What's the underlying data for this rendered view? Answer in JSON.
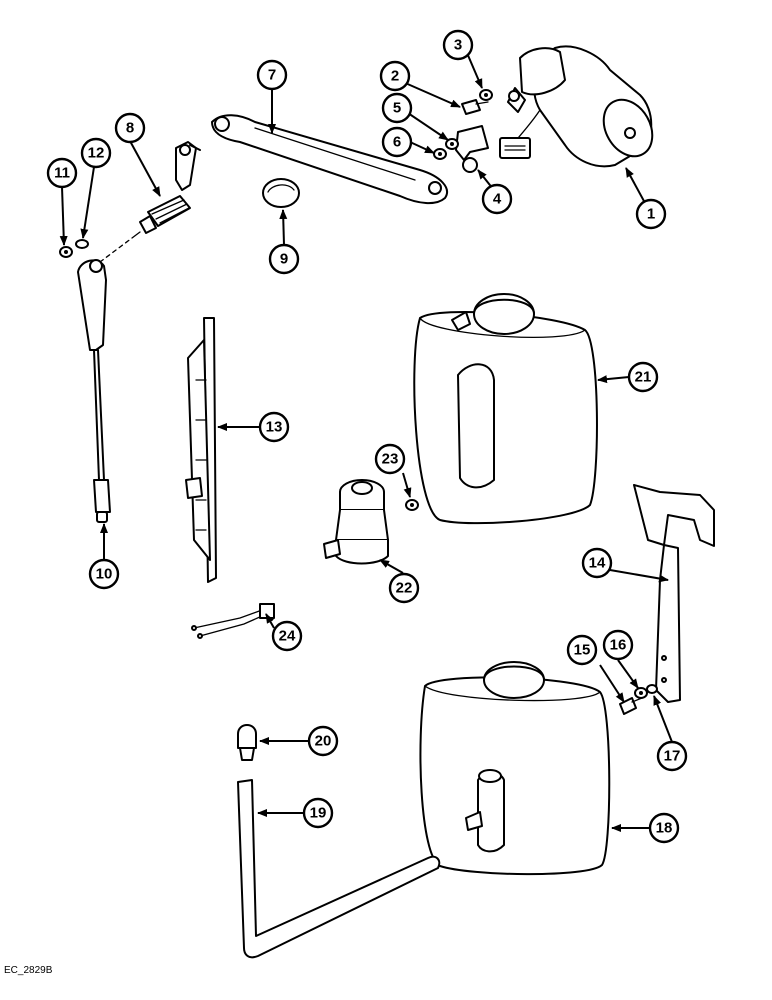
{
  "figure_code": "EC_2829B",
  "callouts": [
    "1",
    "2",
    "3",
    "4",
    "5",
    "6",
    "7",
    "8",
    "9",
    "10",
    "11",
    "12",
    "13",
    "14",
    "15",
    "16",
    "17",
    "18",
    "19",
    "20",
    "21",
    "22",
    "23",
    "24"
  ],
  "colors": {
    "ink": "#000000",
    "paper": "#ffffff"
  }
}
